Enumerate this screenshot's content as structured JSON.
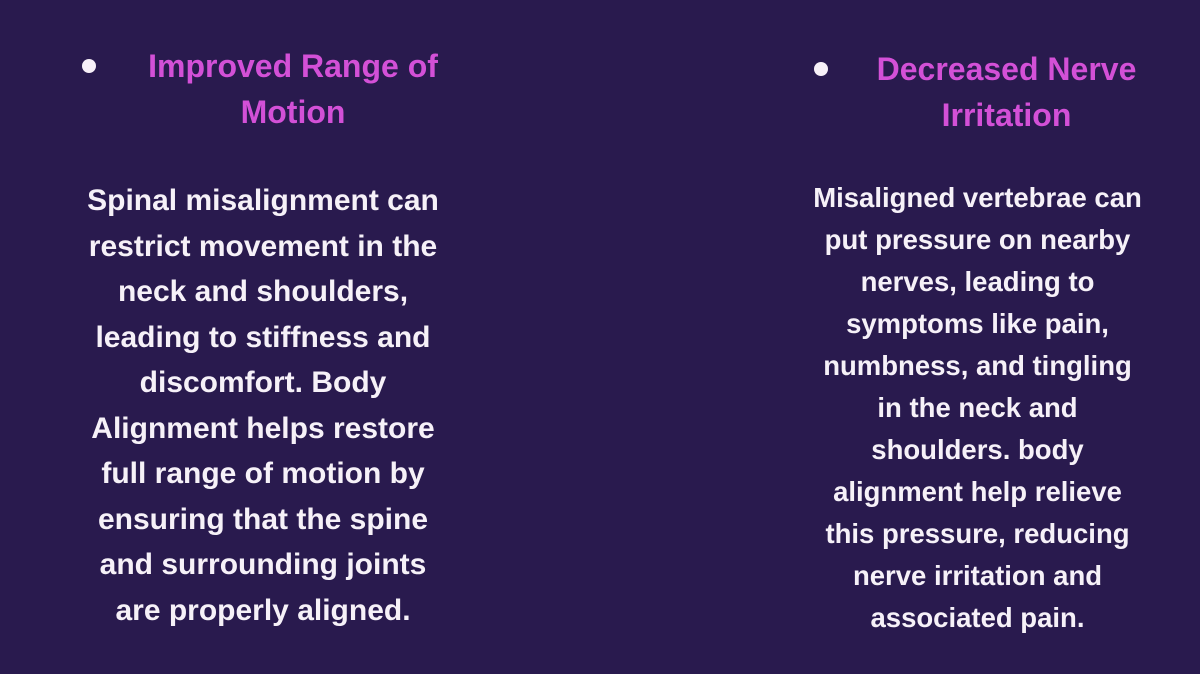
{
  "slide": {
    "colors": {
      "background": "#291a4e",
      "title": "#d350d7",
      "body": "#f6f1f8",
      "bullet": "#f7f0f8"
    },
    "benefits": [
      {
        "title": "Improved Range of\nMotion",
        "description": "Spinal misalignment can\nrestrict movement in the\nneck and shoulders,\nleading to stiffness and\ndiscomfort. Body\nAlignment helps restore\nfull range of motion by\nensuring that the spine\nand surrounding joints\nare properly aligned."
      },
      {
        "title": "Decreased Nerve\nIrritation",
        "description": "Misaligned vertebrae can\nput pressure on nearby\nnerves, leading to\nsymptoms like pain,\nnumbness, and tingling\nin the neck and\nshoulders. body\nalignment help relieve\nthis pressure, reducing\nnerve irritation and\nassociated pain."
      }
    ]
  }
}
